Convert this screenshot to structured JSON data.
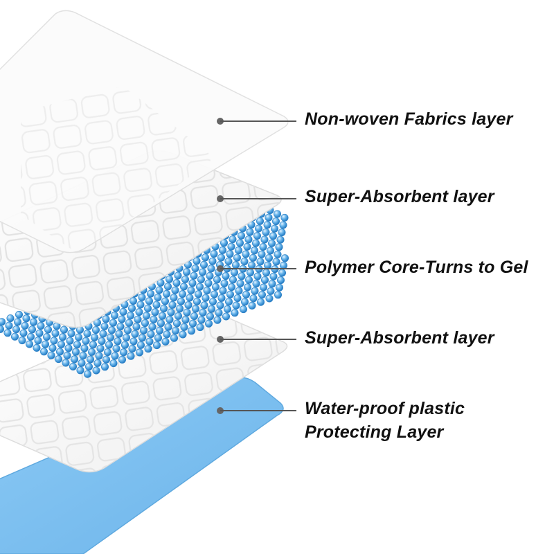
{
  "layers": [
    {
      "id": "nonwoven",
      "lines": [
        "Non-woven Fabrics layer"
      ]
    },
    {
      "id": "absorbent_top",
      "lines": [
        "Super-Absorbent layer"
      ]
    },
    {
      "id": "polymer_core",
      "lines": [
        "Polymer Core-Turns to Gel"
      ]
    },
    {
      "id": "absorbent_bottom",
      "lines": [
        "Super-Absorbent layer"
      ]
    },
    {
      "id": "waterproof",
      "lines": [
        "Water-proof plastic",
        "Protecting Layer"
      ]
    }
  ],
  "colors": {
    "leader_line": "#555555",
    "leader_dot": "#666666",
    "label_text": "#111111",
    "plastic_fill": "#79bff0",
    "plastic_edge": "#5fa9df",
    "bead_fill": "#3f9ee0",
    "bead_highlight": "#cfe9ff",
    "sheet_fill": "#f7f7f7",
    "sheet_edge": "#dddddd"
  }
}
